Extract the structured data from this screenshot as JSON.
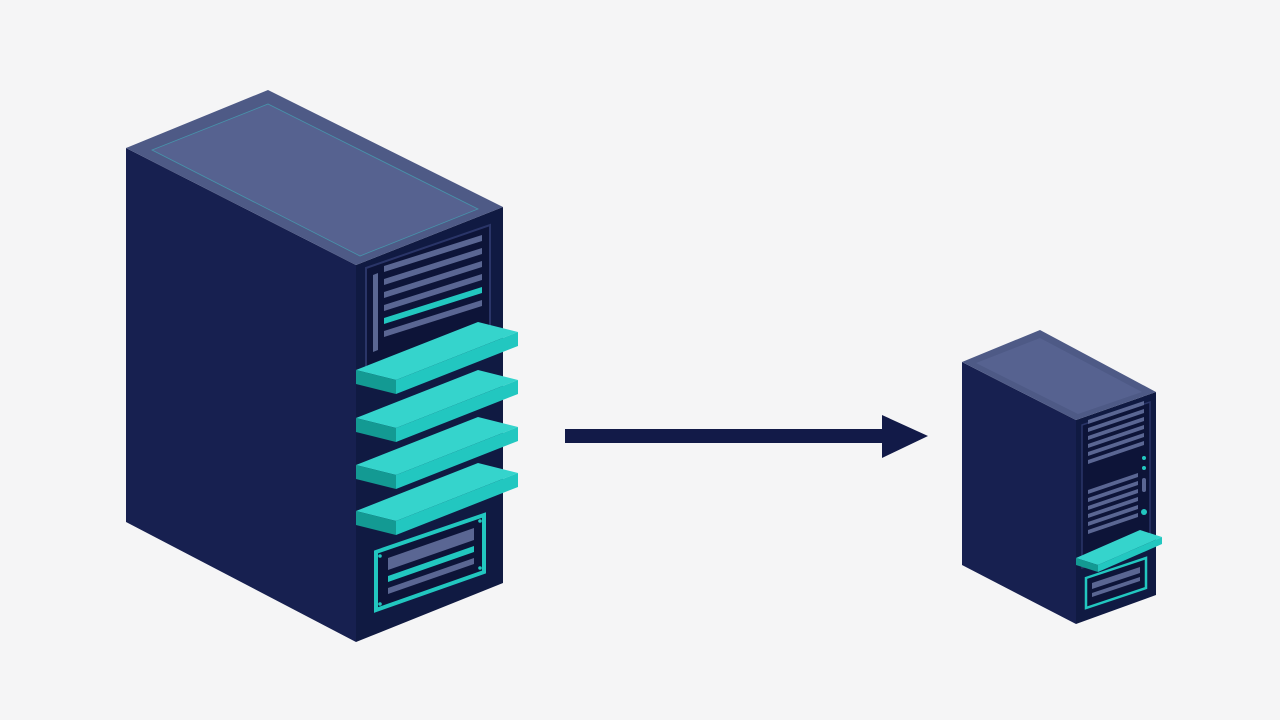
{
  "diagram": {
    "description_visible_text": "",
    "colors": {
      "background": "#f5f5f6",
      "tower_front": "#172050",
      "tower_side": "#101a42",
      "tower_top": "#4e5a86",
      "tower_top_inset": "#566290",
      "inset_edge": "#3ec0c4",
      "accent": "#22c7c0",
      "accent_dark": "#13958f",
      "vent_slat": "#5a6693",
      "arrow": "#121a48"
    },
    "nodes": [
      {
        "id": "large-server",
        "icon": "server-tower-icon",
        "size": "large",
        "drive_bays": 4
      },
      {
        "id": "small-server",
        "icon": "server-tower-icon",
        "size": "small",
        "drive_bays": 1
      }
    ],
    "edges": [
      {
        "from": "large-server",
        "to": "small-server",
        "style": "arrow"
      }
    ]
  }
}
